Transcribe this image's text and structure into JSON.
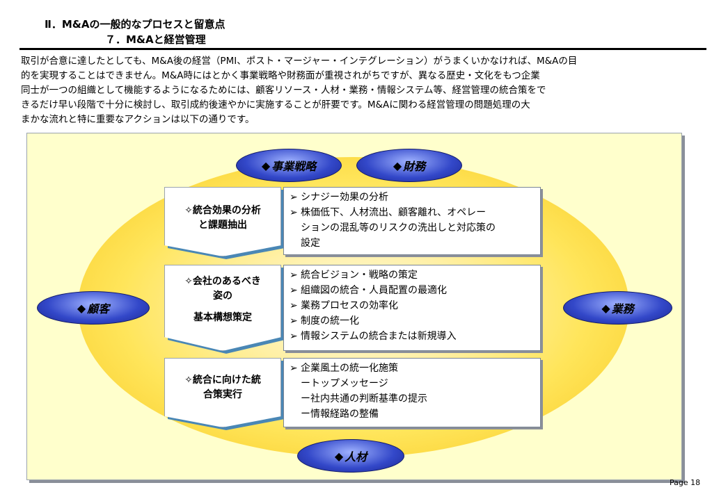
{
  "header": {
    "section": "Ⅱ．M&Aの一般的なプロセスと留意点",
    "subsection": "７．M&Aと経営管理"
  },
  "intro": {
    "lines": [
      "取引が合意に達したとしても、M&A後の経営（PMI、ポスト・マージャー・インテグレーション）がうまくいかなければ、M&Aの目",
      "的を実現することはできません。M&A時にはとかく事業戦略や財務面が重視されがちですが、異なる歴史・文化をもつ企業",
      "同士が一つの組織として機能するようになるためには、顧客リソース・人材・業務・情報システム等、経営管理の統合策をで",
      "きるだけ早い段階で十分に検討し、取引成約後速やかに実施することが肝要です。M&Aに関わる経営管理の問題処理の大",
      "まかな流れと特に重要なアクションは以下の通りです。"
    ]
  },
  "diagram": {
    "bullet_diamond": "◆",
    "pills": {
      "strategy": "事業戦略",
      "finance": "財務",
      "customer": "顧客",
      "operations": "業務",
      "hr": "人材"
    },
    "steps": [
      {
        "marker": "✧",
        "title_lines": [
          "統合効果の分析",
          "と課題抽出"
        ],
        "items": [
          {
            "text": "シナジー効果の分析"
          },
          {
            "text": "株価低下、人材流出、顧客離れ、オペレー",
            "cont": [
              "ションの混乱等のリスクの洗出しと対応策の",
              "設定"
            ]
          }
        ]
      },
      {
        "marker": "✧",
        "title_lines": [
          "会社のあるべき",
          "姿の",
          "基本構想策定"
        ],
        "items": [
          {
            "text": "統合ビジョン・戦略の策定"
          },
          {
            "text": "組織図の統合・人員配置の最適化"
          },
          {
            "text": "業務プロセスの効率化"
          },
          {
            "text": "制度の統一化"
          },
          {
            "text": "情報システムの統合または新規導入"
          }
        ]
      },
      {
        "marker": "✧",
        "title_lines": [
          "統合に向けた統",
          "合策実行"
        ],
        "items": [
          {
            "text": "企業風土の統一化施策"
          }
        ],
        "sub_items": [
          "ートップメッセージ",
          "ー社内共通の判断基準の提示",
          "ー情報経路の整備"
        ]
      }
    ],
    "item_bullet": "➢"
  },
  "footer": {
    "page": "Page 18"
  }
}
